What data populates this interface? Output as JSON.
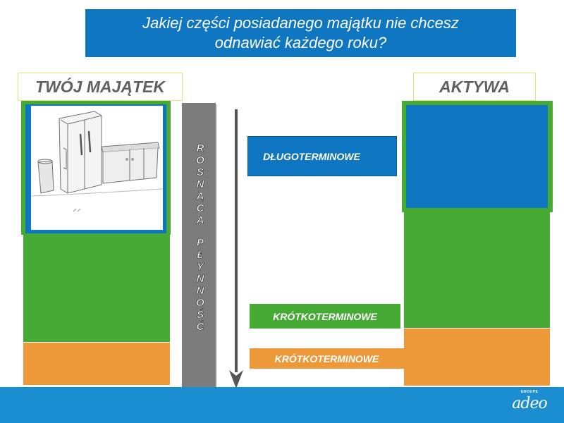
{
  "title": "Jakiej części posiadanego majątku nie chcesz odnawiać każdego roku?",
  "left_header": "TWÓJ MAJĄTEK",
  "right_header": "AKTYWA",
  "liquidity_word1": "R\nO\nS\nN\nĄ\nC\nA",
  "liquidity_word2": "P\nŁ\nY\nN\nN\nO\nŚ\nĆ",
  "label_long": "DŁUGOTERMINOWE",
  "label_short_green": "KRÓTKOTERMINOWE",
  "label_short_orange": "KRÓTKOTERMINOWE",
  "logo": {
    "small": "GROUPE",
    "main": "adeo"
  },
  "colors": {
    "blue": "#0f77c2",
    "green": "#45ab35",
    "orange": "#ed993a",
    "gray": "#7c7c7c",
    "footer": "#1a8ed1"
  },
  "image": {
    "name": "fridge-sketch"
  }
}
